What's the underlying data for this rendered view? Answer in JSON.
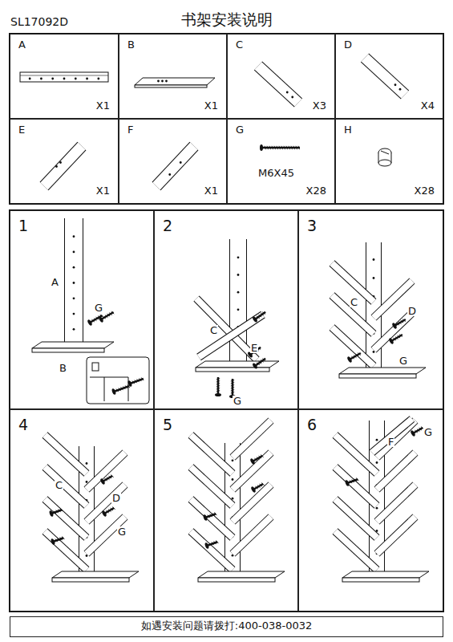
{
  "diagram": {
    "title": "书架安装说明",
    "nodes": [
      {
        "text": [
          "A",
          "X1"
        ]
      },
      {
        "text": [
          "B",
          "X1"
        ]
      },
      {
        "text": [
          "C",
          "X3"
        ]
      },
      {
        "text": [
          "D",
          "X4"
        ]
      },
      {
        "text": [
          "E",
          "X1"
        ]
      },
      {
        "text": [
          "F",
          "X1"
        ]
      },
      {
        "text": [
          "G",
          "M6X45",
          "X28"
        ]
      },
      {
        "text": [
          "H",
          "X28"
        ]
      },
      {
        "text": [
          "1"
        ]
      },
      {
        "text": [
          "2"
        ]
      },
      {
        "text": [
          "3"
        ]
      },
      {
        "text": [
          "4"
        ]
      },
      {
        "text": [
          "5"
        ]
      },
      {
        "text": [
          "6"
        ]
      },
      {
        "text": [
          "如遇安装问题请拨打:400-038-0032"
        ]
      }
    ],
    "edges": [],
    "labels": [
      "SL17092D",
      "A",
      "G",
      "B",
      "C",
      "E",
      "G",
      "C",
      "D",
      "G",
      "C",
      "D",
      "G",
      "F",
      "G"
    ]
  }
}
